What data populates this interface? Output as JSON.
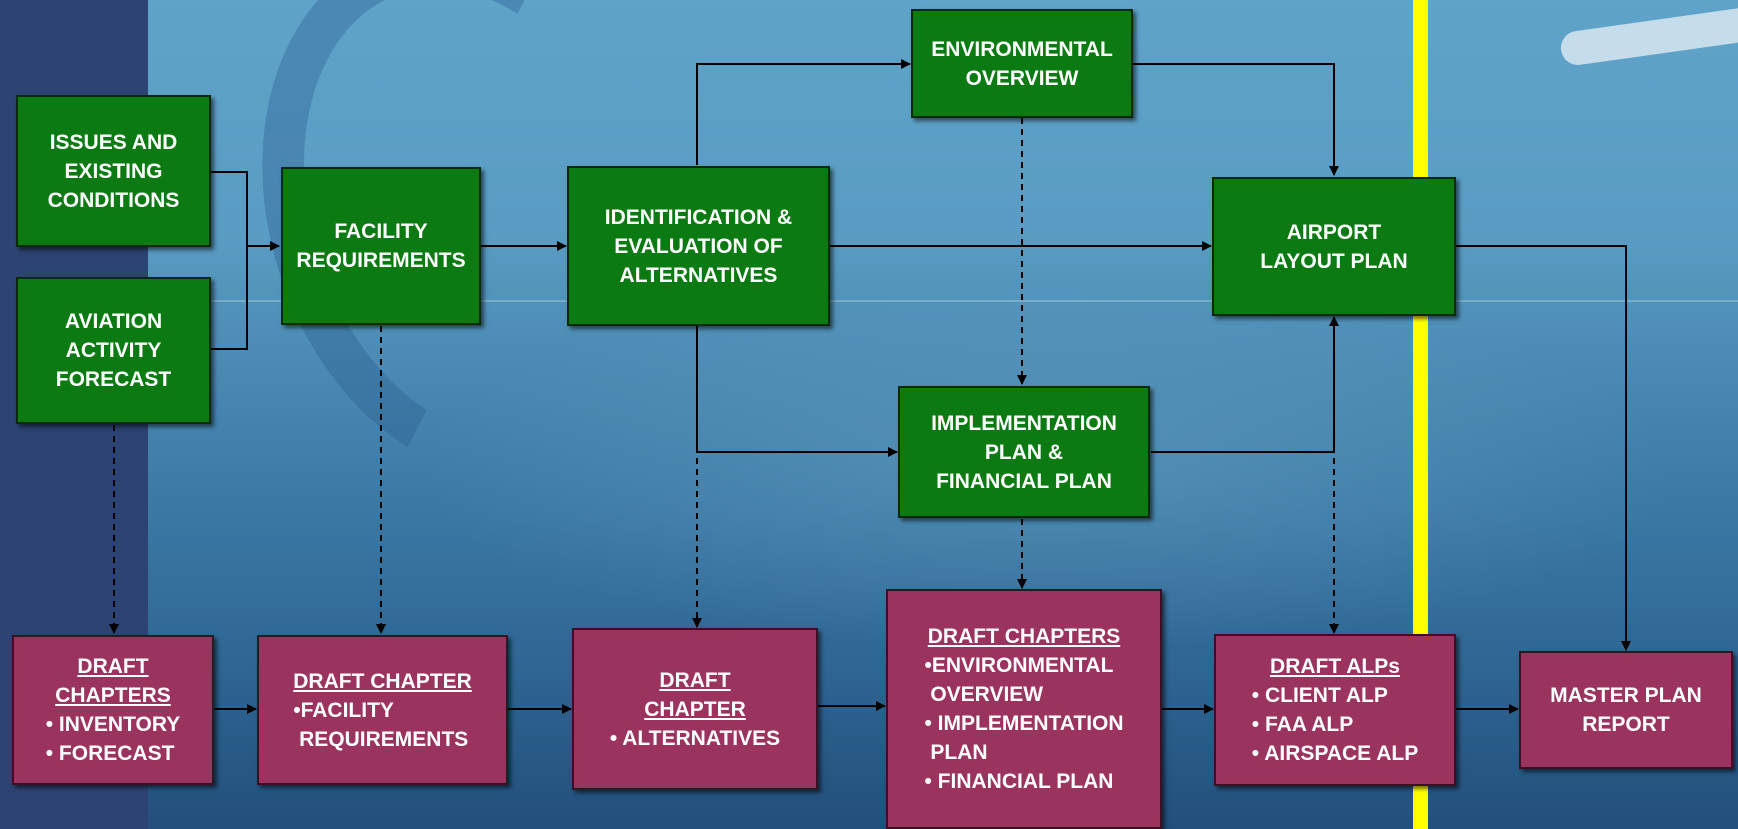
{
  "colors": {
    "process_box": "#0c7a12",
    "output_box": "#9b335f",
    "divider": "#ffff00",
    "background_panel": "#2d4373"
  },
  "process_boxes": [
    {
      "id": "issues",
      "lines": [
        "ISSUES AND",
        "EXISTING",
        "CONDITIONS"
      ]
    },
    {
      "id": "aviation",
      "lines": [
        "AVIATION",
        "ACTIVITY",
        "FORECAST"
      ]
    },
    {
      "id": "facility",
      "lines": [
        "FACILITY",
        "REQUIREMENTS"
      ]
    },
    {
      "id": "identification",
      "lines": [
        "IDENTIFICATION &",
        "EVALUATION OF",
        "ALTERNATIVES"
      ]
    },
    {
      "id": "environmental",
      "lines": [
        "ENVIRONMENTAL",
        "OVERVIEW"
      ]
    },
    {
      "id": "airport",
      "lines": [
        "AIRPORT",
        "LAYOUT PLAN"
      ]
    },
    {
      "id": "implementation",
      "lines": [
        "IMPLEMENTATION",
        "PLAN &",
        "FINANCIAL PLAN"
      ]
    }
  ],
  "output_boxes": [
    {
      "id": "draft-chapters-1",
      "heading": "DRAFT CHAPTERS",
      "items": [
        "• INVENTORY",
        "• FORECAST"
      ]
    },
    {
      "id": "draft-chapter-facility",
      "heading": "DRAFT CHAPTER",
      "items": [
        "•FACILITY",
        " REQUIREMENTS"
      ]
    },
    {
      "id": "draft-chapter-alternatives",
      "heading": "DRAFT CHAPTER",
      "items": [
        "• ALTERNATIVES"
      ]
    },
    {
      "id": "draft-chapters-2",
      "heading": "DRAFT CHAPTERS",
      "items": [
        "•ENVIRONMENTAL",
        " OVERVIEW",
        "• IMPLEMENTATION",
        " PLAN",
        "• FINANCIAL PLAN"
      ]
    },
    {
      "id": "draft-alps",
      "heading": "DRAFT ALPs",
      "items": [
        "• CLIENT ALP",
        "• FAA ALP",
        "• AIRSPACE ALP"
      ]
    },
    {
      "id": "master-plan",
      "heading": "",
      "items": [
        "MASTER PLAN",
        "REPORT"
      ]
    }
  ]
}
